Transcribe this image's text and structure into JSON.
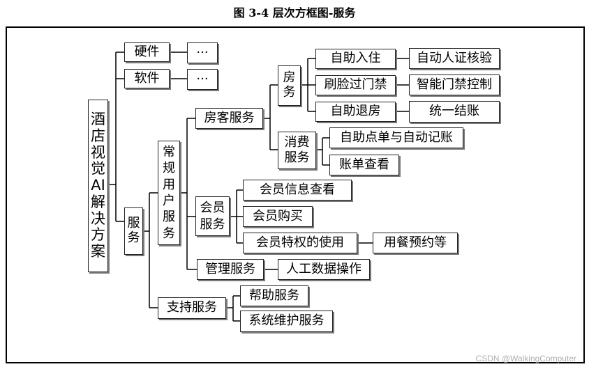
{
  "title": "图 3-4 层次方框图-服务",
  "root": "酒店视觉AI解决方案",
  "hardware": {
    "label": "硬件",
    "child": "···"
  },
  "software": {
    "label": "软件",
    "child": "···"
  },
  "service": {
    "label": "服务",
    "regular": {
      "label": "常规用户服务",
      "guest": {
        "label": "房客服务",
        "room": {
          "label": "房务",
          "items": [
            {
              "label": "自助入住",
              "child": "自动人证核验"
            },
            {
              "label": "刷脸过门禁",
              "child": "智能门禁控制"
            },
            {
              "label": "自助退房",
              "child": "统一结账"
            }
          ]
        },
        "consume": {
          "label": "消费服务",
          "items": [
            "自助点单与自动记账",
            "账单查看"
          ]
        }
      },
      "member": {
        "label": "会员服务",
        "items": [
          "会员信息查看",
          "会员购买",
          "会员特权的使用"
        ],
        "privilege_child": "用餐预约等"
      },
      "manage": {
        "label": "管理服务",
        "child": "人工数据操作"
      }
    },
    "support": {
      "label": "支持服务",
      "items": [
        "帮助服务",
        "系统维护服务"
      ]
    }
  },
  "watermark": "CSDN @WalkingComputer"
}
